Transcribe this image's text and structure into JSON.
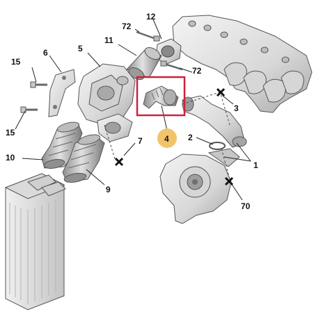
{
  "callouts": {
    "c1": "1",
    "c2": "2",
    "c3": "3",
    "c4": "4",
    "c5": "5",
    "c6": "6",
    "c7": "7",
    "c9": "9",
    "c10": "10",
    "c11": "11",
    "c12": "12",
    "c15a": "15",
    "c15b": "15",
    "c70": "70",
    "c72a": "72",
    "c72b": "72"
  },
  "colors": {
    "highlight_box": "#d0203a",
    "highlight_badge": "#f2c46a",
    "part_fill": "#e9e9e9",
    "part_shade": "#cfcfcf",
    "part_dark": "#9a9a9a",
    "leader_line": "#222222"
  }
}
